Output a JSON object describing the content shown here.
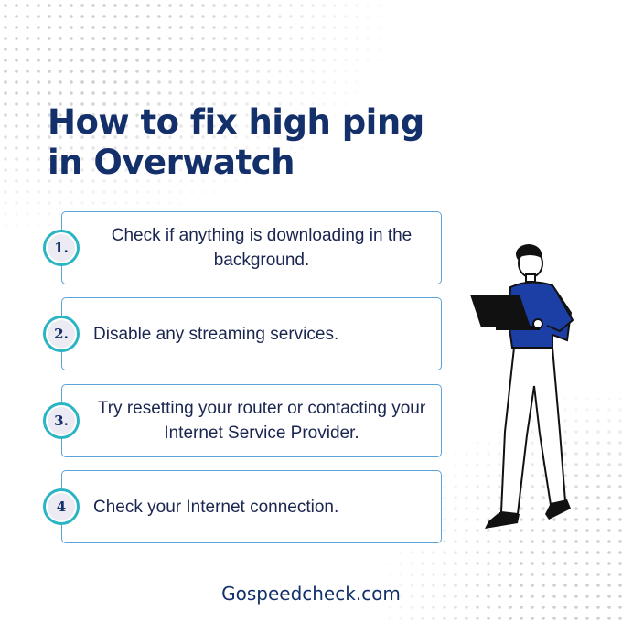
{
  "title_line1": "How to fix high ping",
  "title_line2": "in Overwatch",
  "steps": [
    {
      "number": "1.",
      "text": "Check if anything is downloading in the background."
    },
    {
      "number": "2.",
      "text": "Disable any streaming services."
    },
    {
      "number": "3.",
      "text": "Try resetting your router or contacting your Internet Service Provider."
    },
    {
      "number": "4",
      "text": "Check your Internet connection."
    }
  ],
  "footer": "Gospeedcheck.com",
  "colors": {
    "title": "#14306b",
    "card_border": "#5aa3d6",
    "badge_ring": "#2bb5c4",
    "shirt": "#1c3fa5"
  },
  "illustration": "person-with-laptop"
}
